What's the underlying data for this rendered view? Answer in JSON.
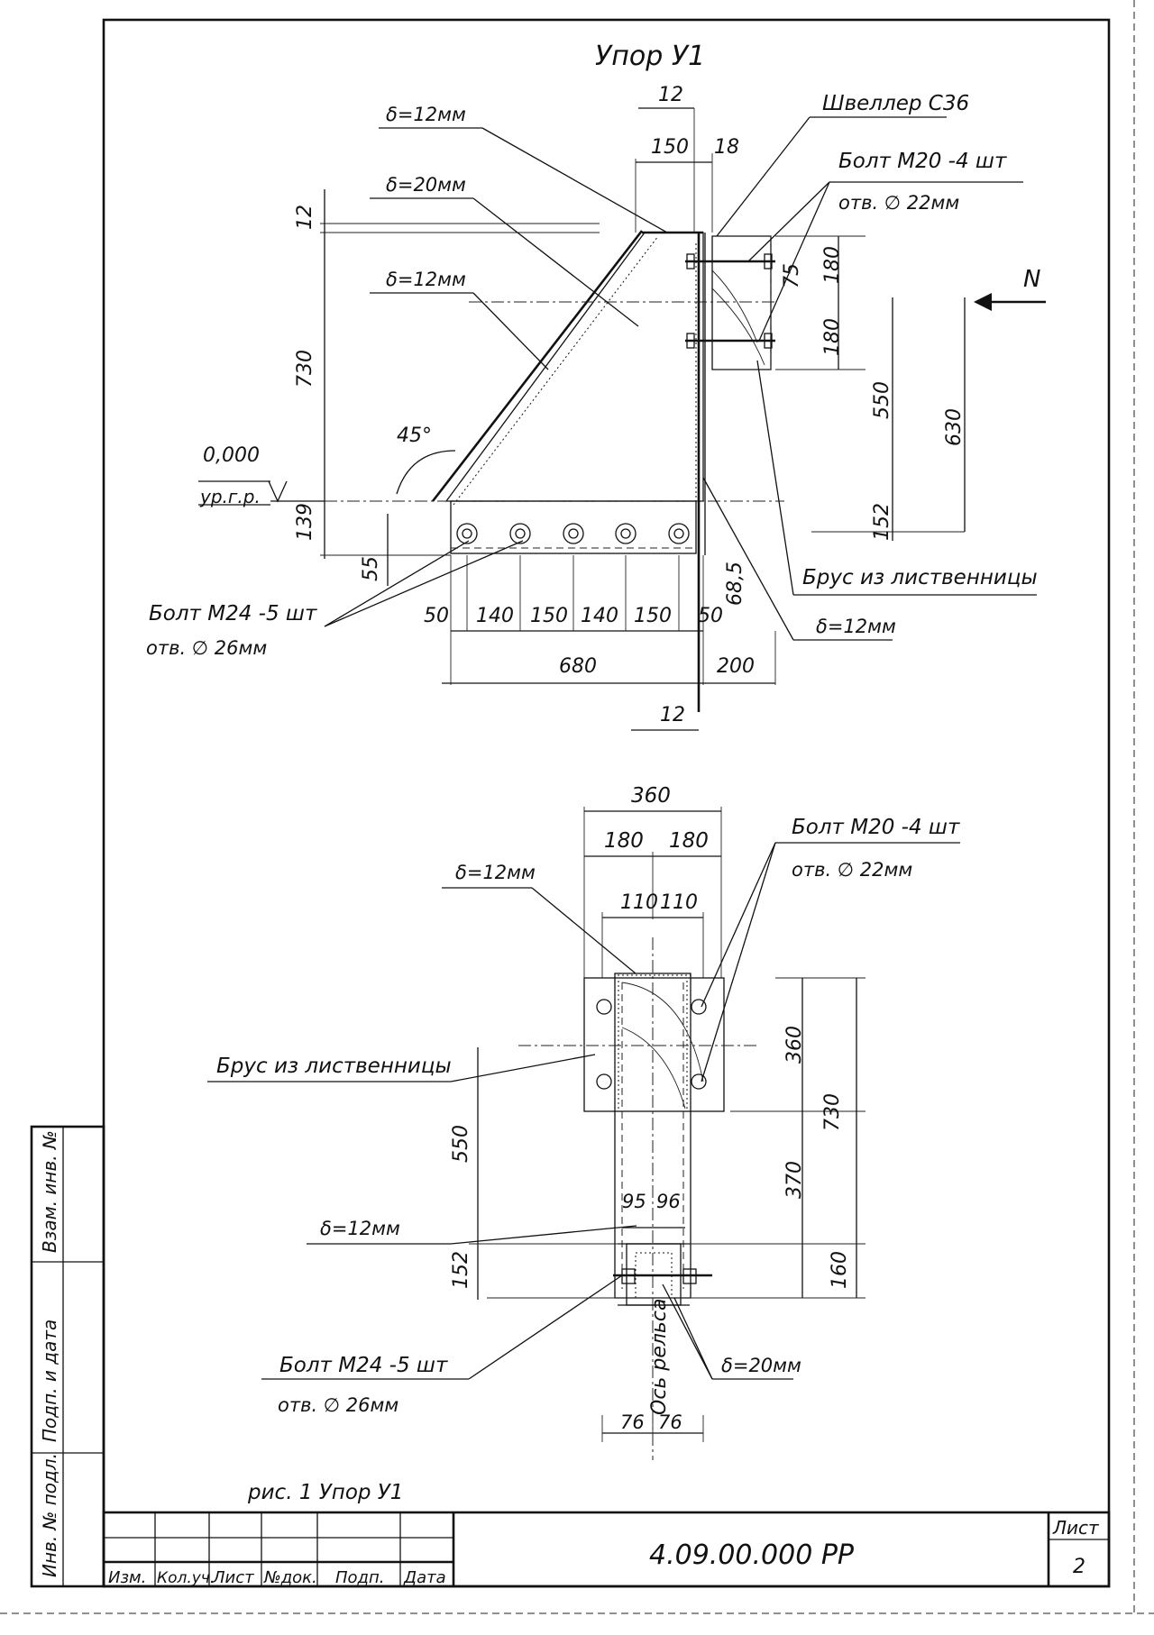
{
  "drawing": {
    "title": "Упор У1",
    "caption": "рис. 1   Упор У1"
  },
  "side_view": {
    "plates": [
      "δ=12мм",
      "δ=20мм",
      "δ=12мм"
    ],
    "channel": "Швеллер С36",
    "top_bolts": [
      "Болт М20 -4 шт",
      "отв. ∅ 22мм"
    ],
    "bottom_bolts": [
      "Болт М24 -5 шт",
      "отв. ∅ 26мм"
    ],
    "timber": "Брус из лиственницы",
    "plate_right": "δ=12мм",
    "level_value": "0,000",
    "level_label": "ур.г.р.",
    "angle": "45°",
    "force": "N",
    "dims": {
      "top_12": "12",
      "w150": "150",
      "w18": "18",
      "h12": "12",
      "h730": "730",
      "h139": "139",
      "h55": "55",
      "r180a": "180",
      "r75": "75",
      "r180b": "180",
      "r550": "550",
      "r630": "630",
      "r152": "152",
      "b50a": "50",
      "b140a": "140",
      "b150a": "150",
      "b140b": "140",
      "b150b": "150",
      "b50b": "50",
      "b68": "68,5",
      "b680": "680",
      "b200": "200",
      "b12": "12"
    }
  },
  "plan_view": {
    "plate_top": "δ=12мм",
    "timber": "Брус из лиственницы",
    "plate_mid": "δ=12мм",
    "bolts_top": [
      "Болт М20 -4 шт",
      "отв. ∅ 22мм"
    ],
    "bolts_bottom": [
      "Болт М24 -5 шт",
      "отв. ∅ 26мм"
    ],
    "plate_bottom": "δ=20мм",
    "rail_axis": "Ось рельса",
    "dims": {
      "w360": "360",
      "w180a": "180",
      "w180b": "180",
      "w110a": "110",
      "w110b": "110",
      "h360": "360",
      "h730": "730",
      "h370": "370",
      "h160": "160",
      "l550": "550",
      "l152": "152",
      "w95": "95",
      "w96": "96",
      "w76a": "76",
      "w76b": "76"
    }
  },
  "side_stamp": [
    "Взам. инв. №",
    "Подп. и дата",
    "Инв. № подл."
  ],
  "title_block": {
    "headers": [
      "Изм.",
      "Кол.уч.",
      "Лист",
      "№док.",
      "Подп.",
      "Дата"
    ],
    "doc_code": "4.09.00.000 РР",
    "sheet_label": "Лист",
    "sheet_number": "2"
  }
}
